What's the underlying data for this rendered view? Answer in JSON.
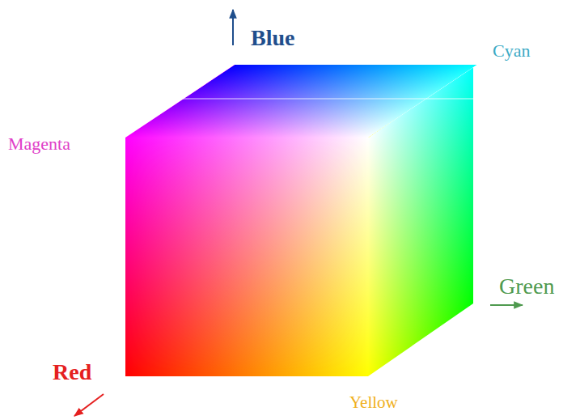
{
  "diagram": {
    "labels": [
      "Blue",
      "Cyan",
      "Magenta",
      "Green",
      "Red",
      "Yellow"
    ]
  }
}
